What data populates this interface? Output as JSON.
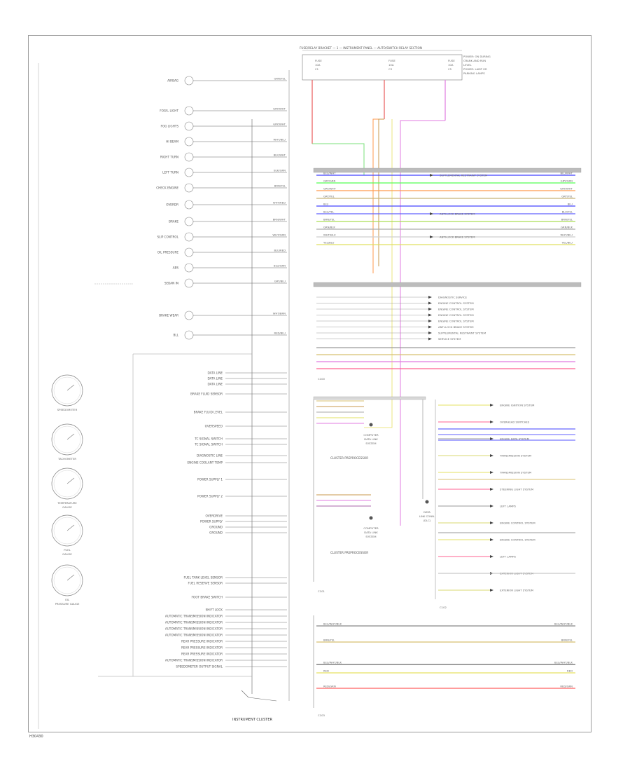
{
  "footer": "H30430",
  "cluster_label": "INSTRUMENT CLUSTER",
  "top_header": "FUSE/RELAY BRACKET — 1 — INSTRUMENT PANEL — AUTO/SWITCH RELAY SECTION",
  "fuse_boxes": [
    {
      "l1": "FUSE",
      "l2": "10A",
      "l3": "C1"
    },
    {
      "l1": "FUSE",
      "l2": "10A",
      "l3": "C3"
    },
    {
      "l1": "FUSE",
      "l2": "10A",
      "l3": "C5"
    }
  ],
  "fuse_right_note": [
    "POWER: ON DURING",
    "CRANK AND RUN",
    "LEVEL",
    "POWER: LAMP OR",
    "PARKING LAMPS"
  ],
  "indicators": [
    {
      "label": "AIRBAG",
      "wire": "GRN/YEL"
    },
    {
      "label": "FOGS, LIGHT",
      "wire": "GRY/WHT"
    },
    {
      "label": "FOG LIGHTS",
      "wire": "GRY/WHT"
    },
    {
      "label": "HI BEAM",
      "wire": "WHT/BLU"
    },
    {
      "label": "RIGHT TURN",
      "wire": "BLK/WHT"
    },
    {
      "label": "LEFT TURN",
      "wire": "BLK/GRN"
    },
    {
      "label": "CHECK ENGINE",
      "wire": "BRN/YEL"
    },
    {
      "label": "OVERDR",
      "wire": "WHT/RED"
    },
    {
      "label": "BRAKE",
      "wire": "BRN/WHT"
    },
    {
      "label": "SLIP CONTROL",
      "wire": "WHT/GRN"
    },
    {
      "label": "OIL PRESSURE",
      "wire": "BLU/RED"
    },
    {
      "label": "ABS",
      "wire": "BLU/GRN"
    },
    {
      "label": "SEDAN IN",
      "wire": "GRY/BLU"
    },
    {
      "label": "BRAKE WEAR",
      "wire": "WHT/BRN"
    },
    {
      "label": "BLL",
      "wire": "RED/BLU"
    }
  ],
  "left_signals": [
    "DATA LINE",
    "DATA LINE",
    "DATA LINE",
    "BRAKE FLUID SENSOR",
    "BRAKE FLUID LEVEL",
    "OVERSPEED",
    "TC SIGNAL SWITCH",
    "TC SIGNAL SWITCH",
    "DIAGNOSTIC LINE",
    "ENGINE COOLANT TEMP",
    "POWER SUPPLY 1",
    "POWER SUPPLY 2",
    "OVERDRIVE",
    "POWER SUPPLY",
    "GROUND",
    "GROUND",
    "FUEL TANK LEVEL SENSOR",
    "FUEL RESERVE SENSOR",
    "FOOT BRAKE SWITCH"
  ],
  "transmission_signals": [
    "SHIFT LOCK",
    "AUTOMATIC TRANSMISSION INDICATOR",
    "AUTOMATIC TRANSMISSION INDICATOR",
    "AUTOMATIC TRANSMISSION INDICATOR",
    "AUTOMATIC TRANSMISSION INDICATOR",
    "REAR PRESSURE INDICATOR",
    "REAR PRESSURE INDICATOR",
    "REAR PRESSURE INDICATOR",
    "AUTOMATIC TRANSMISSION INDICATOR",
    "SPEEDOMETER OUTPUT SIGNAL"
  ],
  "gauges": [
    {
      "l1": "SPEEDOMETER",
      "l2": ""
    },
    {
      "l1": "TACHOMETER",
      "l2": ""
    },
    {
      "l1": "TEMPERATURE",
      "l2": "GAUGE"
    },
    {
      "l1": "FUEL",
      "l2": "GAUGE"
    },
    {
      "l1": "OIL",
      "l2": "PRESSURE GAUGE"
    }
  ],
  "right_buses": [
    {
      "wire": "BLU/WHT",
      "dest": "SUPPLEMENTAL RESTRAINT SYSTEM",
      "color": "#4040ff"
    },
    {
      "wire": "GRY/GRN",
      "dest": "",
      "color": "#55ff55"
    },
    {
      "wire": "GRY/WHT",
      "dest": "",
      "color": "#ff9a4d"
    },
    {
      "wire": "GRY/YEL",
      "dest": "",
      "color": "#c8b477"
    },
    {
      "wire": "BLU",
      "dest": "",
      "color": "#4444ff"
    },
    {
      "wire": "BLU/YEL",
      "dest": "ANTI-LOCK BRAKE SYSTEM",
      "color": "#6060ff"
    },
    {
      "wire": "BRN/YEL",
      "dest": "",
      "color": "#aadd55"
    },
    {
      "wire": "GRN/BLK",
      "dest": "",
      "color": "#aaaaaa"
    },
    {
      "wire": "WHT/BLU",
      "dest": "ANTI-LOCK BRAKE SYSTEM",
      "color": "#cfcfcf"
    },
    {
      "wire": "YEL/BLU",
      "dest": "",
      "color": "#e0e060"
    }
  ],
  "module_boxes": [
    {
      "l1": "COMPUTER",
      "l2": "DATA LINK",
      "l3": "SYSTEM"
    },
    {
      "l1": "COMPUTER",
      "l2": "DATA LINK",
      "l3": "SYSTEM"
    },
    {
      "l1": "DATA",
      "l2": "LINK CONN.",
      "l3": "(DLC)"
    }
  ],
  "cluster_preprocessor": "CLUSTER PREPROCESSOR",
  "lower_right_dests": [
    "ENGINE IGNITION SYSTEM",
    "OVERHEAD SWITCHES",
    "ENGINE DATA SYSTEM",
    "TRANSMISSION SYSTEM",
    "TRANSMISSION SYSTEM",
    "STEERING LIGHT SYSTEM",
    "LEFT LAMPS",
    "ENGINE CONTROL SYSTEM",
    "ENGINE CONTROL SYSTEM",
    "LEFT LAMPS",
    "EXTERIOR LIGHT SYSTEM",
    "EXTERIOR LIGHT SYSTEM"
  ],
  "bottom_wires": [
    "BLU/WHT/BLK",
    "BRN/YEL",
    "BLU/WHT/BLK",
    "RED",
    "RED/GRN"
  ],
  "connector_ids": [
    "C100",
    "C101",
    "C102",
    "C103"
  ]
}
